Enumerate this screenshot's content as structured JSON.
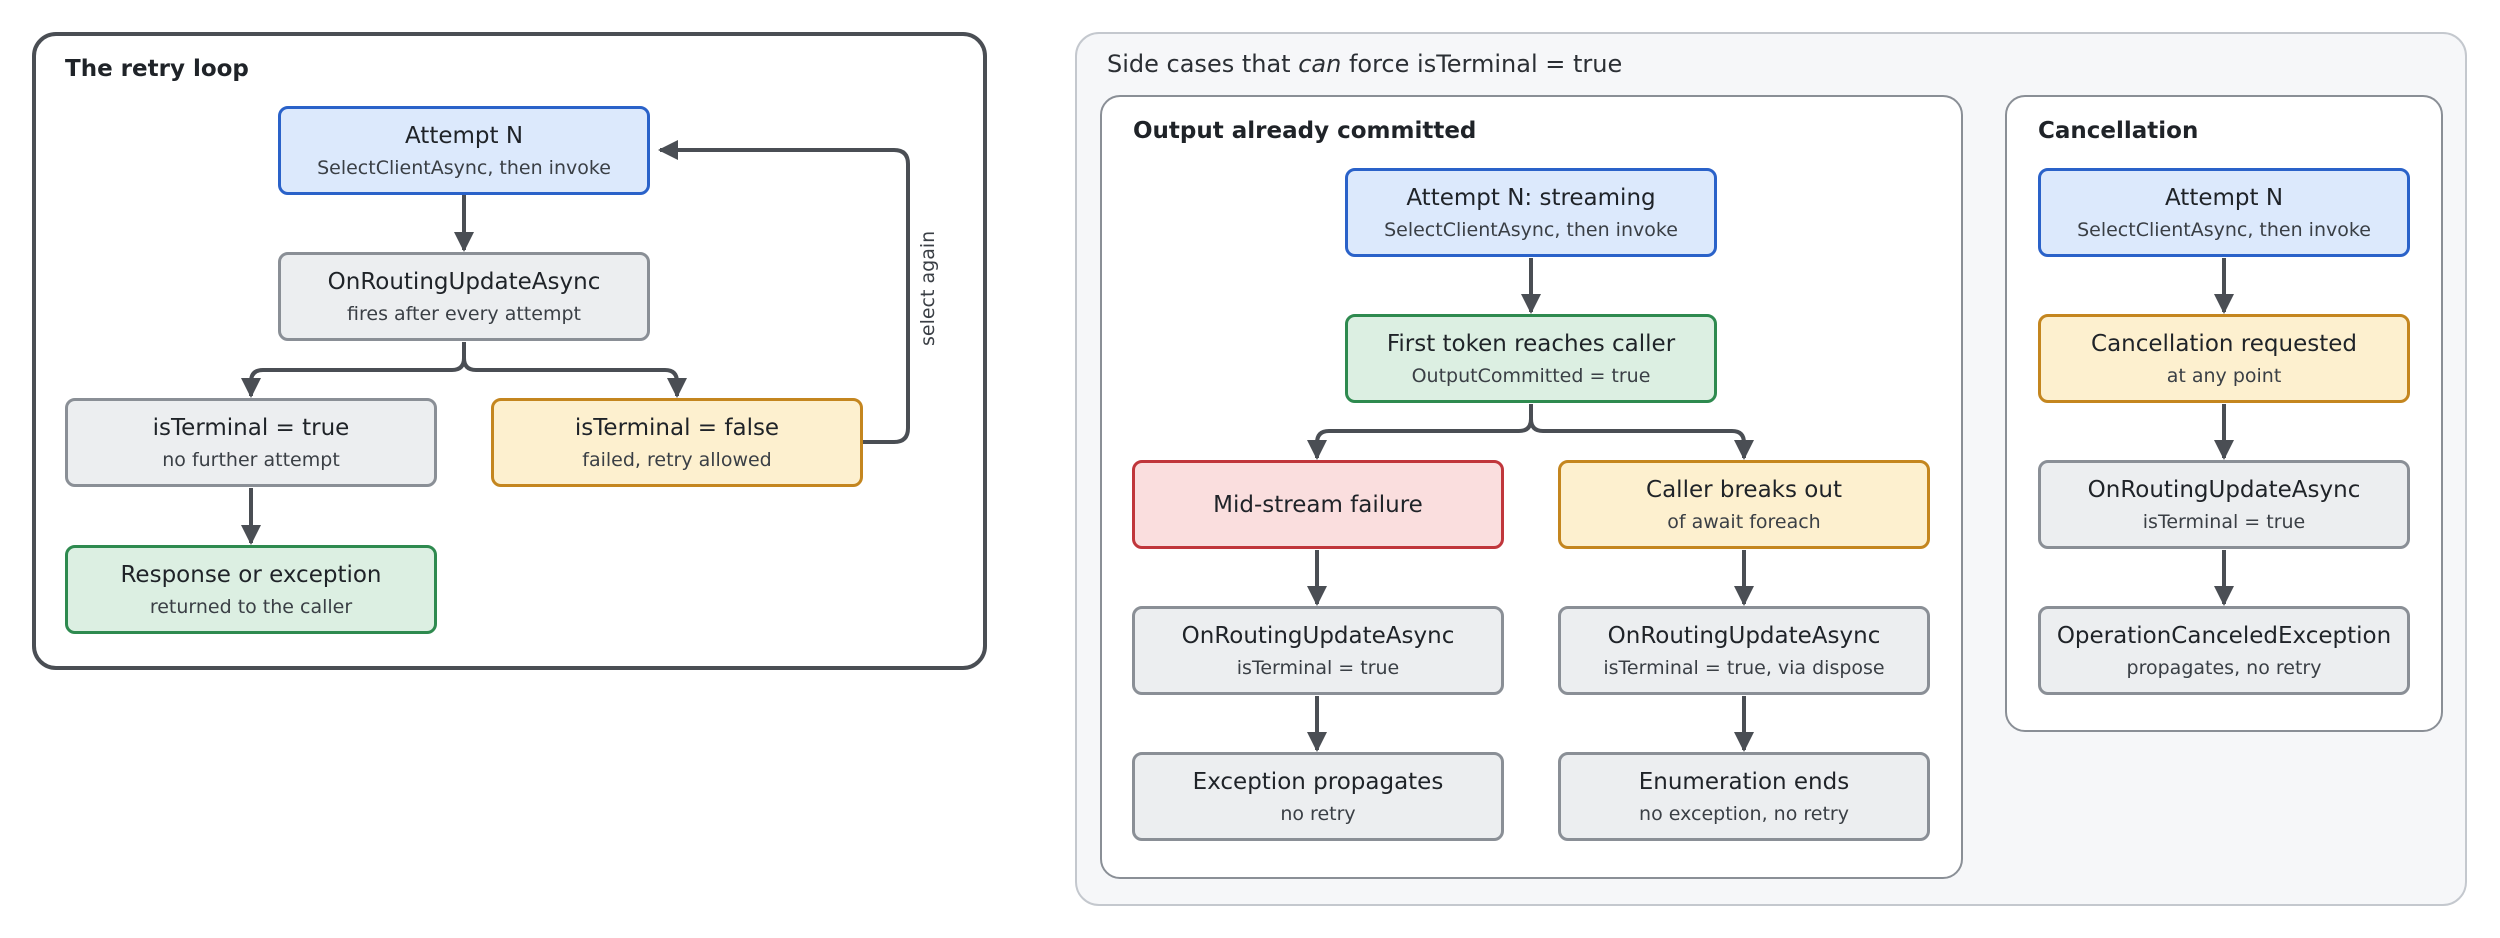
{
  "retry_panel": {
    "title": "The retry loop",
    "nodes": {
      "attempt": {
        "title": "Attempt N",
        "sub": "SelectClientAsync, then invoke"
      },
      "routing": {
        "title": "OnRoutingUpdateAsync",
        "sub": "fires after every attempt"
      },
      "terminal_true": {
        "title": "isTerminal = true",
        "sub": "no further attempt"
      },
      "terminal_false": {
        "title": "isTerminal = false",
        "sub": "failed, retry allowed"
      },
      "response": {
        "title": "Response or exception",
        "sub": "returned to the caller"
      }
    },
    "loop_label": "select again"
  },
  "side_panel": {
    "title_pre": "Side cases that ",
    "title_em": "can",
    "title_post": " force isTerminal = true",
    "output_committed": {
      "title": "Output already committed",
      "nodes": {
        "streaming": {
          "title": "Attempt N: streaming",
          "sub": "SelectClientAsync, then invoke"
        },
        "first_token": {
          "title": "First token reaches caller",
          "sub": "OutputCommitted = true"
        },
        "midstream": {
          "title": "Mid-stream failure"
        },
        "breaks_out": {
          "title": "Caller breaks out",
          "sub": "of await foreach"
        },
        "routing_left": {
          "title": "OnRoutingUpdateAsync",
          "sub": "isTerminal = true"
        },
        "routing_right": {
          "title": "OnRoutingUpdateAsync",
          "sub": "isTerminal = true, via dispose"
        },
        "exception": {
          "title": "Exception propagates",
          "sub": "no retry"
        },
        "enum_ends": {
          "title": "Enumeration ends",
          "sub": "no exception, no retry"
        }
      }
    },
    "cancellation": {
      "title": "Cancellation",
      "nodes": {
        "attempt": {
          "title": "Attempt N",
          "sub": "SelectClientAsync, then invoke"
        },
        "requested": {
          "title": "Cancellation requested",
          "sub": "at any point"
        },
        "routing": {
          "title": "OnRoutingUpdateAsync",
          "sub": "isTerminal = true"
        },
        "canceled": {
          "title": "OperationCanceledException",
          "sub": "propagates, no retry"
        }
      }
    }
  },
  "colors": {
    "blue_fill": "#dce9fc",
    "blue_stroke": "#2a62c9",
    "gray_fill": "#eceef0",
    "gray_stroke": "#8a8f96",
    "green_fill": "#dcefe2",
    "green_stroke": "#2e8a4f",
    "yellow_fill": "#fdf0cf",
    "yellow_stroke": "#c4861f",
    "red_fill": "#fadede",
    "red_stroke": "#c0363b",
    "edge": "#4a4e54"
  }
}
